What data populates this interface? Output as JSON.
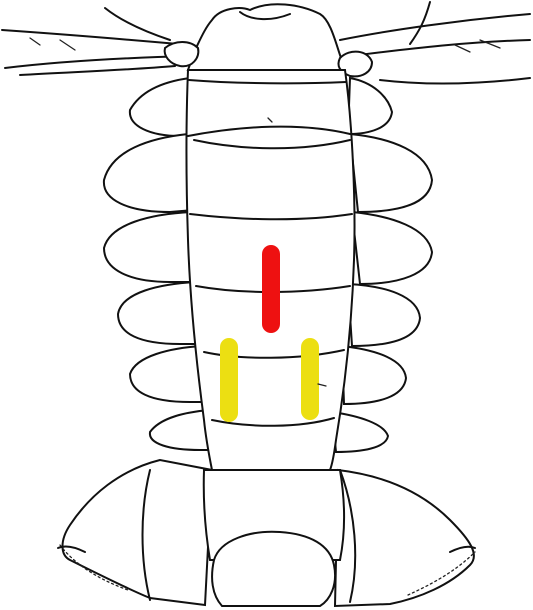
{
  "figure": {
    "subject": "lobster-abdomen-ventral",
    "marks": [
      {
        "name": "red-mark",
        "color": "#ee1111",
        "count": 1
      },
      {
        "name": "yellow-marks",
        "color": "#ecdf12",
        "count": 2
      }
    ]
  }
}
